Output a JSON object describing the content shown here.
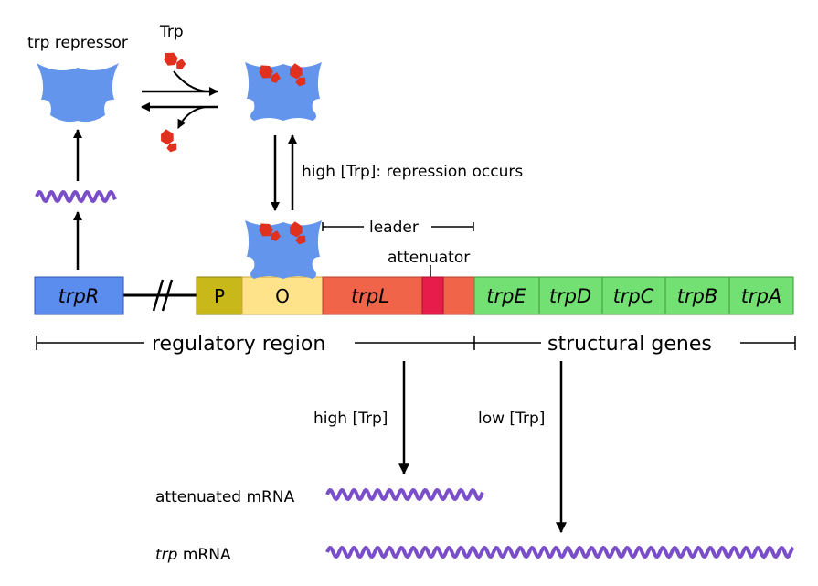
{
  "labels": {
    "trp_repressor": "trp repressor",
    "trp": "Trp",
    "high_trp_repression": "high [Trp]: repression occurs",
    "leader": "leader",
    "attenuator": "attenuator",
    "regulatory_region": "regulatory region",
    "structural_genes": "structural genes",
    "high_trp": "high [Trp]",
    "low_trp": "low [Trp]",
    "attenuated_mrna": "attenuated mRNA",
    "trp_mrna_italic": "trp",
    "trp_mrna_rest": " mRNA"
  },
  "genes": {
    "trpR": "trpR",
    "P": "P",
    "O": "O",
    "trpL": "trpL",
    "trpE": "trpE",
    "trpD": "trpD",
    "trpC": "trpC",
    "trpB": "trpB",
    "trpA": "trpA"
  },
  "colors": {
    "repressor": "#6495ed",
    "tryptophan": "#e0301e",
    "mrna": "#7a4ec8",
    "trpR_box": "#5b8def",
    "promoter": "#c8b81a",
    "operator": "#ffe38a",
    "leader_box": "#f0644a",
    "attenuator_box": "#e81c4a",
    "structural_box": "#72e072"
  }
}
